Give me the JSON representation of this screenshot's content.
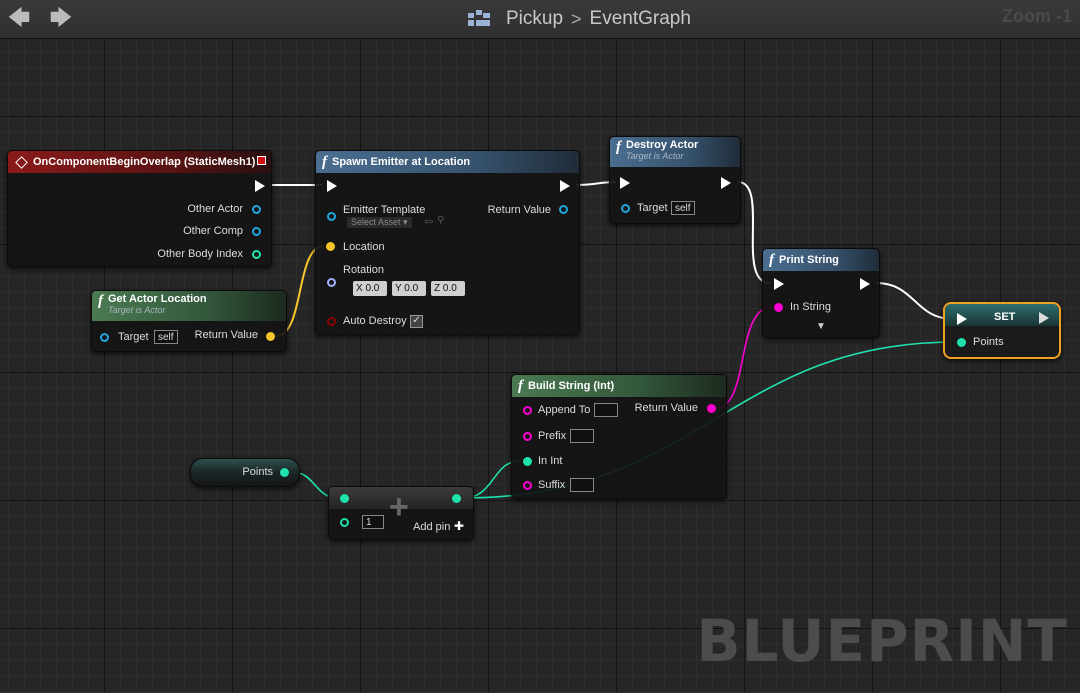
{
  "title_bar": {
    "back_icon": "arrow-left-icon",
    "forward_icon": "arrow-right-icon",
    "breadcrumb_blueprint": "Pickup",
    "breadcrumb_sep": ">",
    "breadcrumb_graph": "EventGraph",
    "zoom": "Zoom -1"
  },
  "watermark": "BLUEPRINT",
  "nodes": {
    "overlap": {
      "title": "OnComponentBeginOverlap (StaticMesh1)",
      "pins": [
        "Other Actor",
        "Other Comp",
        "Other Body Index"
      ]
    },
    "get_location": {
      "title": "Get Actor Location",
      "subtitle": "Target is Actor",
      "target_label": "Target",
      "target_value": "self",
      "return_label": "Return Value"
    },
    "spawn_emitter": {
      "title": "Spawn Emitter at Location",
      "emitter_label": "Emitter Template",
      "select_asset": "Select Asset",
      "return_label": "Return Value",
      "location_label": "Location",
      "rotation_label": "Rotation",
      "rot_x": "X  0.0",
      "rot_y": "Y  0.0",
      "rot_z": "Z  0.0",
      "auto_destroy_label": "Auto Destroy",
      "auto_destroy_check": "✓"
    },
    "destroy_actor": {
      "title": "Destroy Actor",
      "subtitle": "Target is Actor",
      "target_label": "Target",
      "target_value": "self"
    },
    "print_string": {
      "title": "Print String",
      "in_string_label": "In String",
      "expand": "▼"
    },
    "set_node": {
      "title": "SET",
      "points_label": "Points"
    },
    "build_string": {
      "title": "Build String (Int)",
      "append_label": "Append To",
      "return_label": "Return Value",
      "prefix_label": "Prefix",
      "in_int_label": "In Int",
      "suffix_label": "Suffix"
    },
    "points_get": {
      "label": "Points"
    },
    "add_node": {
      "value": "1",
      "add_pin_label": "Add pin",
      "plus": "+",
      "add_pin_plus": "✚"
    }
  },
  "colors": {
    "exec": "#ffffff",
    "object_pin": "#1ea7e1",
    "int_pin": "#1fe3af",
    "vector_pin": "#f7c62a",
    "string_pin": "#ff00d4",
    "rotator_pin": "#a0b4ff",
    "bool_pin": "#8c0000",
    "selection": "#f0a020"
  }
}
